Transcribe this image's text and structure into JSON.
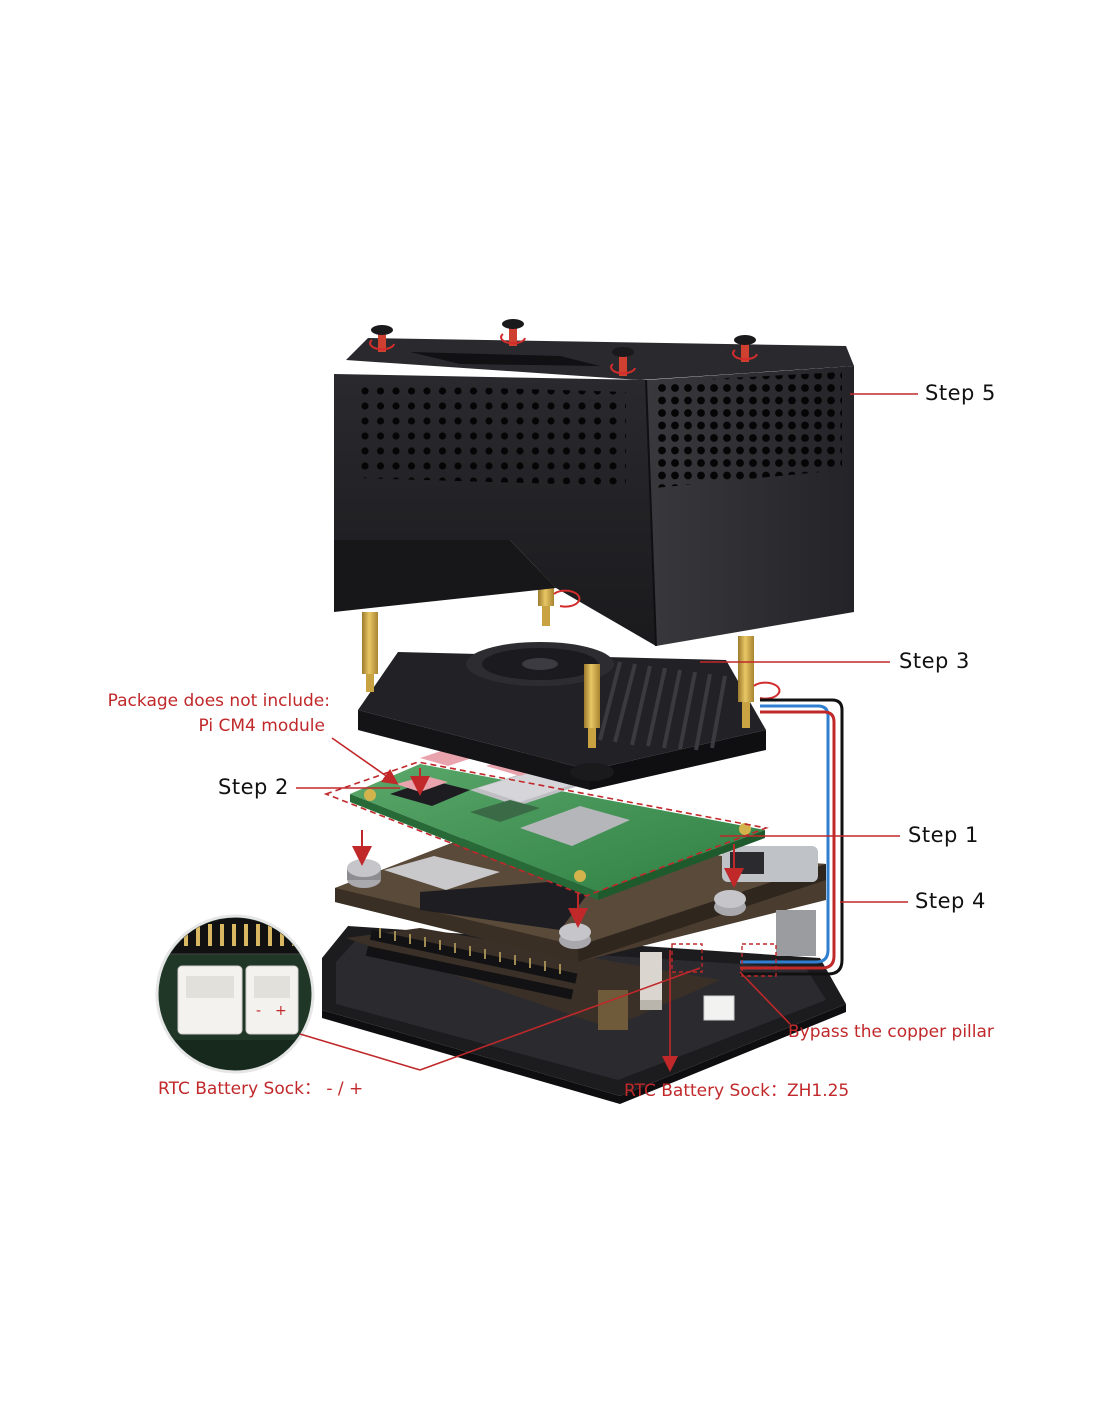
{
  "steps": {
    "step5": "Step  5",
    "step3": "Step  3",
    "step2": "Step  2",
    "step1": "Step  1",
    "step4": "Step  4"
  },
  "notes": {
    "package_line1": "Package does not include:",
    "package_line2": "Pi CM4 module",
    "bypass": "Bypass the copper pillar",
    "rtc_left": "RTC Battery Sock： - / +",
    "rtc_right": "RTC Battery Sock：ZH1.25"
  },
  "inset": {
    "minus": "-",
    "plus": "+"
  },
  "colors": {
    "accent_red": "#c0282a",
    "case_black": "#1c1c1f",
    "board_green": "#3d9650",
    "thermal_pad": "#e9a3ad",
    "brass": "#c9a341",
    "blue_wire": "#2f7fd0"
  },
  "icons": {
    "screw": "screw-icon",
    "rotation": "rotation-arrow-icon",
    "down_arrow": "down-arrow-icon"
  }
}
